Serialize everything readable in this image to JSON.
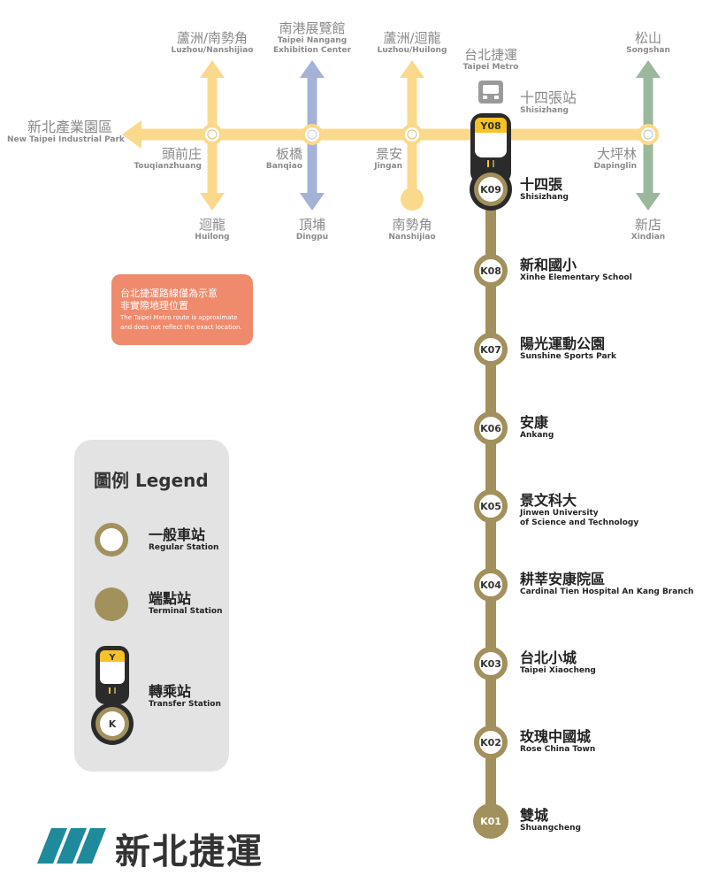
{
  "colors": {
    "circular": "#fbd98c",
    "wenhu": "#a3b2d6",
    "songshan": "#9bb89c",
    "ankeng": "#a2915c",
    "note_bg": "#f08a6c",
    "legend_bg": "#e3e3e3"
  },
  "yellow_line": {
    "west_end": {
      "zh": "新北產業園區",
      "en": "New Taipei Industrial Park"
    },
    "stations": [
      {
        "zh": "頭前庄",
        "en": "Touqianzhuang"
      },
      {
        "zh": "板橋",
        "en": "Banqiao"
      },
      {
        "zh": "景安",
        "en": "Jingan"
      },
      {
        "zh": "大坪林",
        "en": "Dapinglin"
      }
    ]
  },
  "branches": [
    {
      "up": {
        "zh": "蘆洲/南勢角",
        "en": "Luzhou/Nanshijiao"
      },
      "down": {
        "zh": "迴龍",
        "en": "Huilong"
      }
    },
    {
      "up": {
        "zh": "南港展覽館",
        "en": "Taipei Nangang Exhibition Center"
      },
      "down": {
        "zh": "頂埔",
        "en": "Dingpu"
      }
    },
    {
      "up": {
        "zh": "蘆洲/迴龍",
        "en": "Luzhou/Huilong"
      },
      "down": {
        "zh": "南勢角",
        "en": "Nanshijiao"
      }
    },
    {
      "up": {
        "zh": "松山",
        "en": "Songshan"
      },
      "down": {
        "zh": "新店",
        "en": "Xindian"
      }
    }
  ],
  "taipei_metro": {
    "zh": "台北捷運",
    "en": "Taipei Metro"
  },
  "transfer_station": {
    "y_code": "Y08",
    "y_zh": "十四張站",
    "y_en": "Shisizhang",
    "k_code": "K09",
    "k_zh": "十四張",
    "k_en": "Shisizhang"
  },
  "k_stations": [
    {
      "code": "K08",
      "zh": "新和國小",
      "en": "Xinhe Elementary School"
    },
    {
      "code": "K07",
      "zh": "陽光運動公園",
      "en": "Sunshine Sports Park"
    },
    {
      "code": "K06",
      "zh": "安康",
      "en": "Ankang"
    },
    {
      "code": "K05",
      "zh": "景文科大",
      "en": "Jinwen University",
      "en2": "of Science and Technology"
    },
    {
      "code": "K04",
      "zh": "耕莘安康院區",
      "en": "Cardinal Tien Hospital An Kang Branch"
    },
    {
      "code": "K03",
      "zh": "台北小城",
      "en": "Taipei Xiaocheng"
    },
    {
      "code": "K02",
      "zh": "玫瑰中國城",
      "en": "Rose China Town"
    },
    {
      "code": "K01",
      "zh": "雙城",
      "en": "Shuangcheng"
    }
  ],
  "note": {
    "zh1": "台北捷運路線僅為示意",
    "zh2": "非實際地理位置",
    "en1": "The Taipei Metro route is approximate",
    "en2": "and does not reflect the exact location."
  },
  "legend": {
    "title": "圖例 Legend",
    "regular": {
      "zh": "一般車站",
      "en": "Regular Station"
    },
    "terminal": {
      "zh": "端點站",
      "en": "Terminal Station"
    },
    "transfer": {
      "zh": "轉乘站",
      "en": "Transfer Station",
      "y": "Y",
      "k": "K"
    }
  },
  "logo": {
    "text": "新北捷運"
  }
}
